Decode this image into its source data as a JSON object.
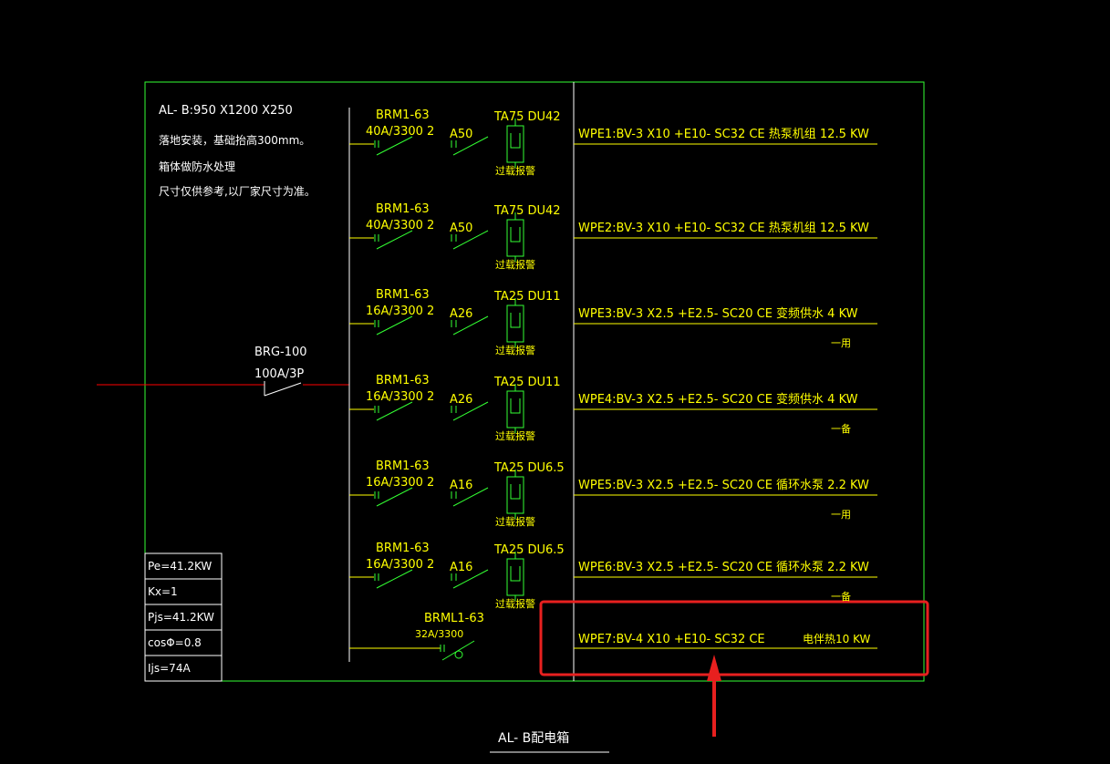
{
  "notes": {
    "dims": "AL- B:950 X1200 X250",
    "line1": "落地安装，基础抬高300mm。",
    "line2": "箱体做防水处理",
    "line3": "尺寸仅供参考,以厂家尺寸为准。"
  },
  "main_breaker": {
    "model": "BRG-100",
    "rating": "100A/3P"
  },
  "branches": [
    {
      "breaker": "BRM1-63",
      "rating": "40A/3300 2",
      "contact": "A50",
      "ta": "TA75 DU42",
      "alarm": "过载报警",
      "circuit": "WPE1:BV-3 X10 +E10- SC32  CE   热泵机组 12.5 KW",
      "note": ""
    },
    {
      "breaker": "BRM1-63",
      "rating": "40A/3300 2",
      "contact": "A50",
      "ta": "TA75 DU42",
      "alarm": "过载报警",
      "circuit": "WPE2:BV-3 X10 +E10- SC32  CE   热泵机组 12.5 KW",
      "note": ""
    },
    {
      "breaker": "BRM1-63",
      "rating": "16A/3300 2",
      "contact": "A26",
      "ta": "TA25 DU11",
      "alarm": "过载报警",
      "circuit": "WPE3:BV-3 X2.5 +E2.5- SC20  CE   变频供水 4 KW",
      "note": "一用"
    },
    {
      "breaker": "BRM1-63",
      "rating": "16A/3300 2",
      "contact": "A26",
      "ta": "TA25 DU11",
      "alarm": "过载报警",
      "circuit": "WPE4:BV-3 X2.5 +E2.5- SC20  CE   变频供水 4 KW",
      "note": "一备"
    },
    {
      "breaker": "BRM1-63",
      "rating": "16A/3300 2",
      "contact": "A16",
      "ta": "TA25 DU6.5",
      "alarm": "过载报警",
      "circuit": "WPE5:BV-3 X2.5 +E2.5- SC20  CE   循环水泵  2.2 KW",
      "note": "一用"
    },
    {
      "breaker": "BRM1-63",
      "rating": "16A/3300 2",
      "contact": "A16",
      "ta": "TA25 DU6.5",
      "alarm": "过载报警",
      "circuit": "WPE6:BV-3 X2.5 +E2.5- SC20  CE   循环水泵  2.2 KW",
      "note": "一备"
    }
  ],
  "last_branch": {
    "breaker": "BRML1-63",
    "rating": "32A/3300",
    "circuit": "WPE7:BV-4 X10 +E10- SC32  CE",
    "load": "电伴热10 KW"
  },
  "summary": [
    "Pe=41.2KW",
    "Kx=1",
    "Pjs=41.2KW",
    "cosΦ=0.8",
    "Ijs=74A"
  ],
  "title": "AL- B配电箱",
  "colors": {
    "frame": "#33ff33",
    "wire": "#ffff00",
    "switch": "#33ff33",
    "incoming": "#ff0000",
    "highlight": "#e8201f",
    "text_yellow": "#ffff00",
    "text_white": "#ffffff"
  }
}
